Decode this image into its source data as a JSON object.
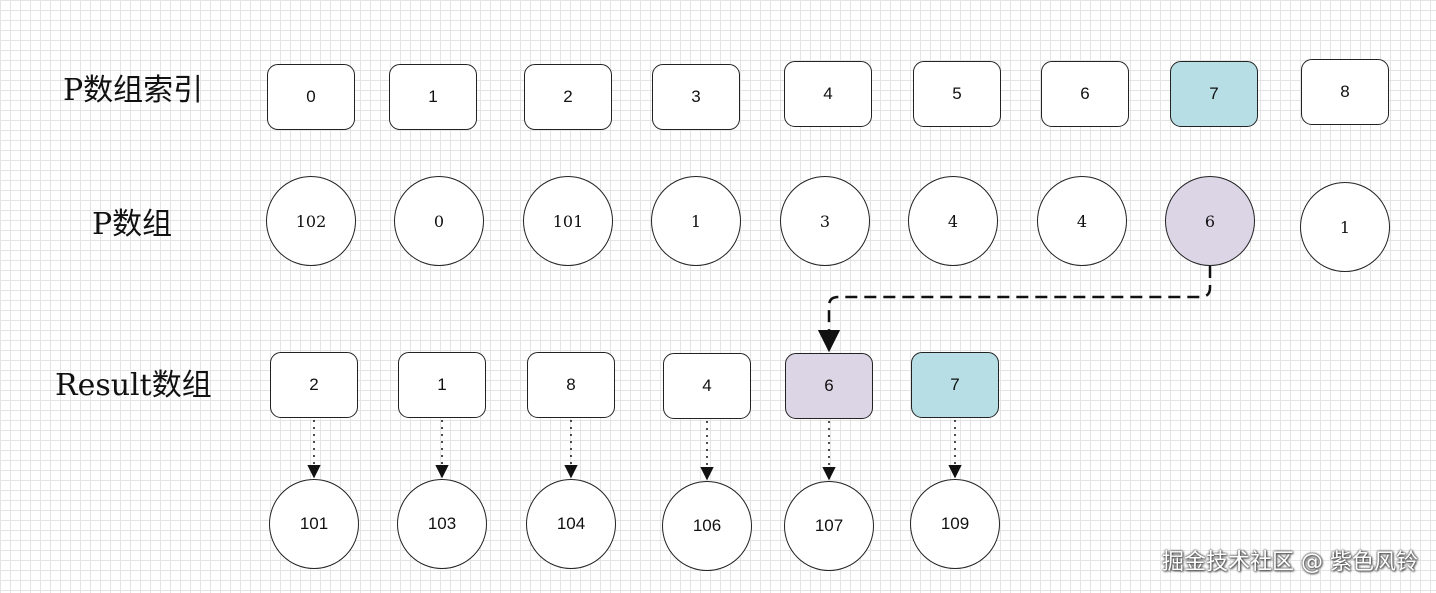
{
  "labels": {
    "index_row": "P数组索引",
    "p_row": "P数组",
    "result_row": "Result数组"
  },
  "index_array": [
    "0",
    "1",
    "2",
    "3",
    "4",
    "5",
    "6",
    "7",
    "8"
  ],
  "p_array": [
    "102",
    "0",
    "101",
    "1",
    "3",
    "4",
    "4",
    "6",
    "1"
  ],
  "result_array": [
    "2",
    "1",
    "8",
    "4",
    "6",
    "7"
  ],
  "result_values": [
    "101",
    "103",
    "104",
    "106",
    "107",
    "109"
  ],
  "highlight": {
    "index_highlight": "7",
    "p_highlight": "6",
    "blue_color": "#b7dde5",
    "purple_color": "#dcd5e6"
  },
  "watermark": "掘金技术社区 @ 紫色风铃"
}
